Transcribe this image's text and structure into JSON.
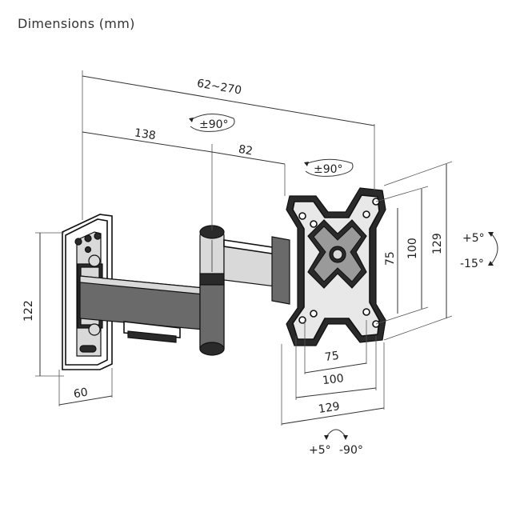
{
  "title": "Dimensions (mm)",
  "dimensions": {
    "total_extension": "62~270",
    "arm_length": "138",
    "arm_second": "82",
    "wallplate_height": "122",
    "wallplate_width": "60",
    "vesa_h_inner": "75",
    "vesa_h_mid": "100",
    "vesa_h_outer": "129",
    "vesa_w_inner": "75",
    "vesa_w_mid": "100",
    "vesa_w_outer": "129"
  },
  "rotations": {
    "arm_swivel": "±90°",
    "head_swivel": "±90°",
    "tilt_up": "+5°",
    "tilt_down": "-15°",
    "rotate_pos": "+5°",
    "rotate_neg": "-90°"
  }
}
